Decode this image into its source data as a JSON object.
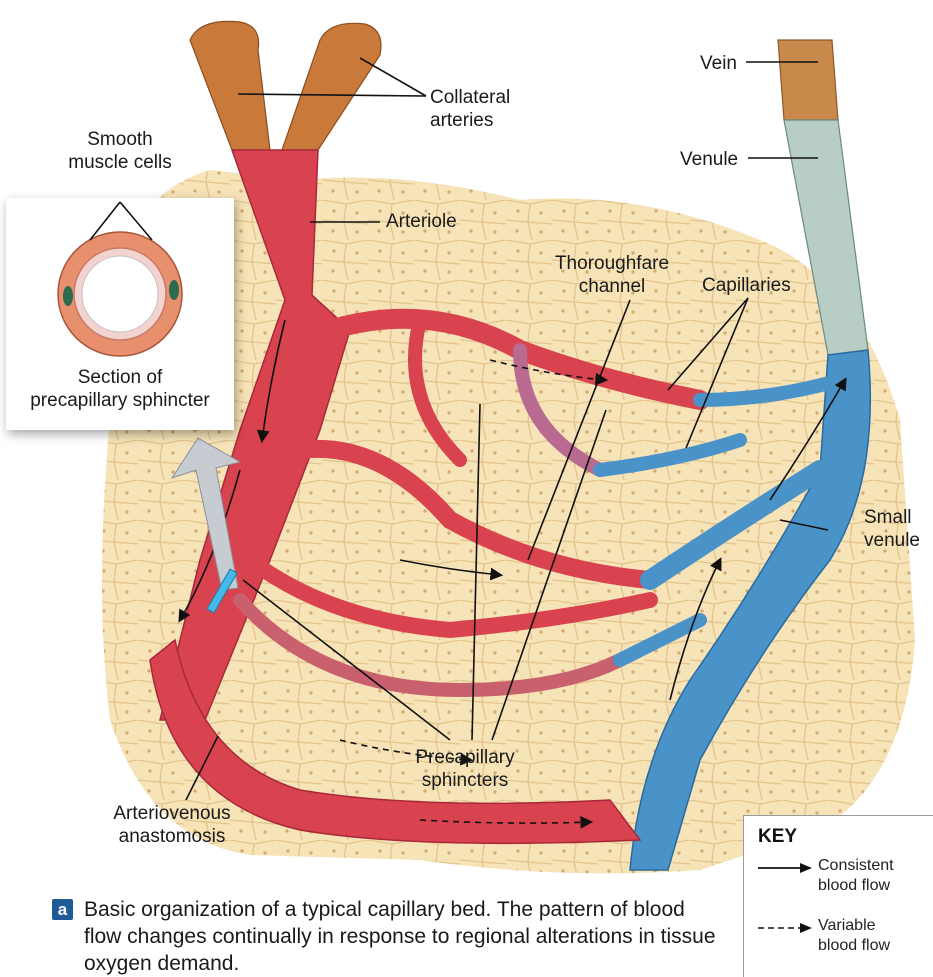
{
  "labels": {
    "collateral_arteries": "Collateral\narteries",
    "arteriole": "Arteriole",
    "smooth_muscle_cells": "Smooth\nmuscle cells",
    "section_sphincter": "Section of\nprecapillary sphincter",
    "vein": "Vein",
    "venule": "Venule",
    "thoroughfare_channel": "Thoroughfare\nchannel",
    "capillaries": "Capillaries",
    "small_venule": "Small\nvenule",
    "precapillary_sphincters": "Precapillary\nsphincters",
    "arteriovenous_anastomosis": "Arteriovenous\nanastomosis"
  },
  "key": {
    "title": "KEY",
    "consistent": "Consistent\nblood flow",
    "variable": "Variable\nblood flow"
  },
  "caption": {
    "badge": "a",
    "text": "Basic organization of a typical capillary bed. The pattern of blood flow changes continually in response to regional alterations in tissue oxygen demand."
  },
  "colors": {
    "artery": "#d9434f",
    "artery_dark": "#a8283a",
    "vein": "#4a93c8",
    "vein_dark": "#2a6a9e",
    "tissue": "#f6e3b8",
    "tissue_cell": "#e8c98e",
    "collateral": "#c97a3a",
    "badge": "#1e5a96"
  }
}
